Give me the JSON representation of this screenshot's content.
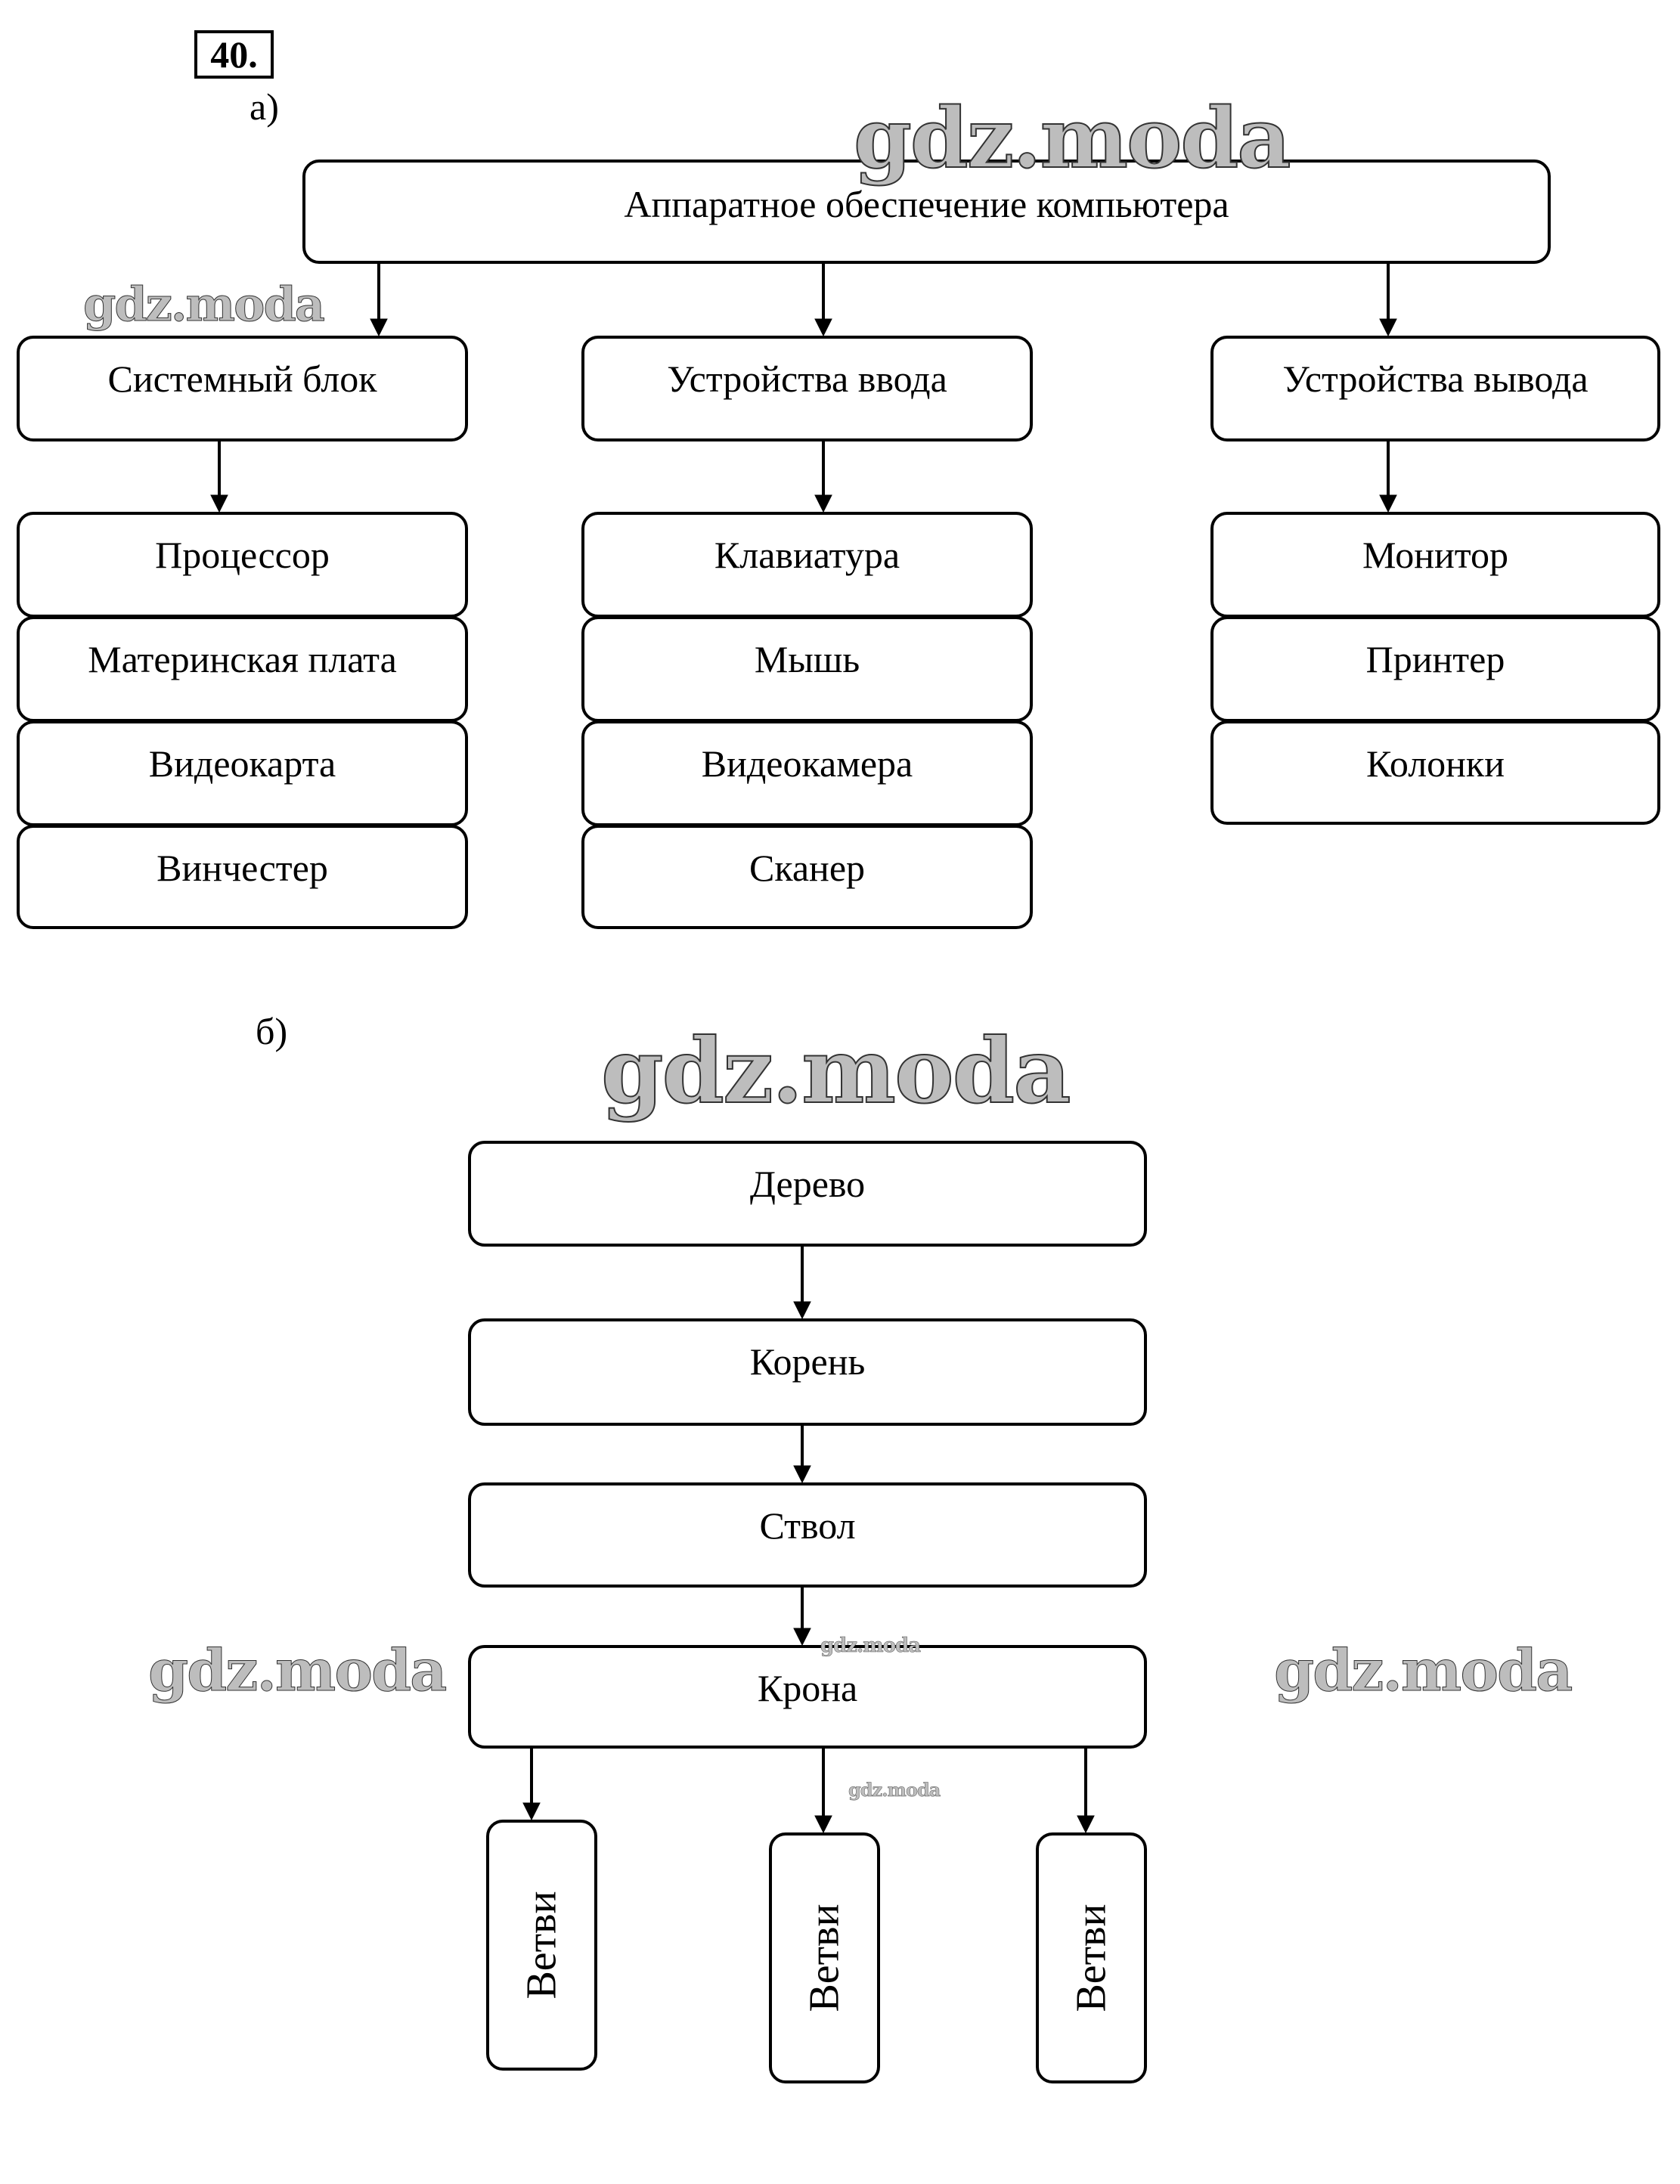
{
  "exercise_number": "40.",
  "part_a": {
    "label": "а)",
    "root": "Аппаратное обеспечение компьютера",
    "categories": [
      {
        "title": "Системный блок",
        "items": [
          "Процессор",
          "Материнская плата",
          "Видеокарта",
          "Винчестер"
        ]
      },
      {
        "title": "Устройства ввода",
        "items": [
          "Клавиатура",
          "Мышь",
          "Видеокамера",
          "Сканер"
        ]
      },
      {
        "title": "Устройства вывода",
        "items": [
          "Монитор",
          "Принтер",
          "Колонки"
        ]
      }
    ]
  },
  "part_b": {
    "label": "б)",
    "chain": [
      "Дерево",
      "Корень",
      "Ствол",
      "Крона"
    ],
    "branches": [
      "Ветви",
      "Ветви",
      "Ветви"
    ]
  },
  "watermark": "gdz.moda"
}
